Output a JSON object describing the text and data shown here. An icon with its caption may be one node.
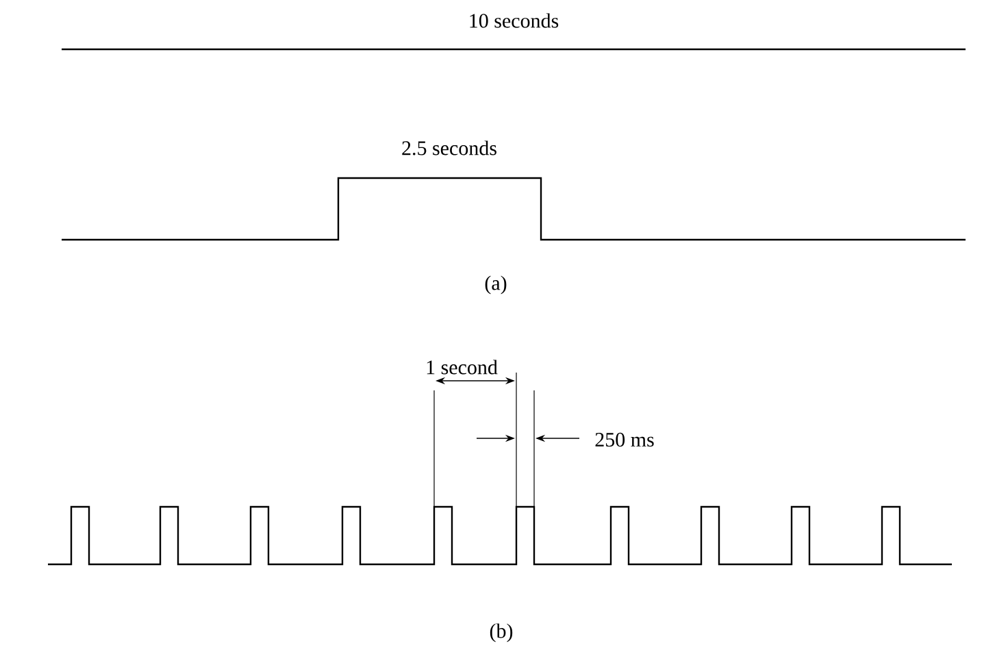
{
  "diagram": {
    "labels": [
      "10 seconds",
      "2.5 seconds",
      "(a)",
      "1 second",
      "250 ms",
      "(b)"
    ]
  }
}
